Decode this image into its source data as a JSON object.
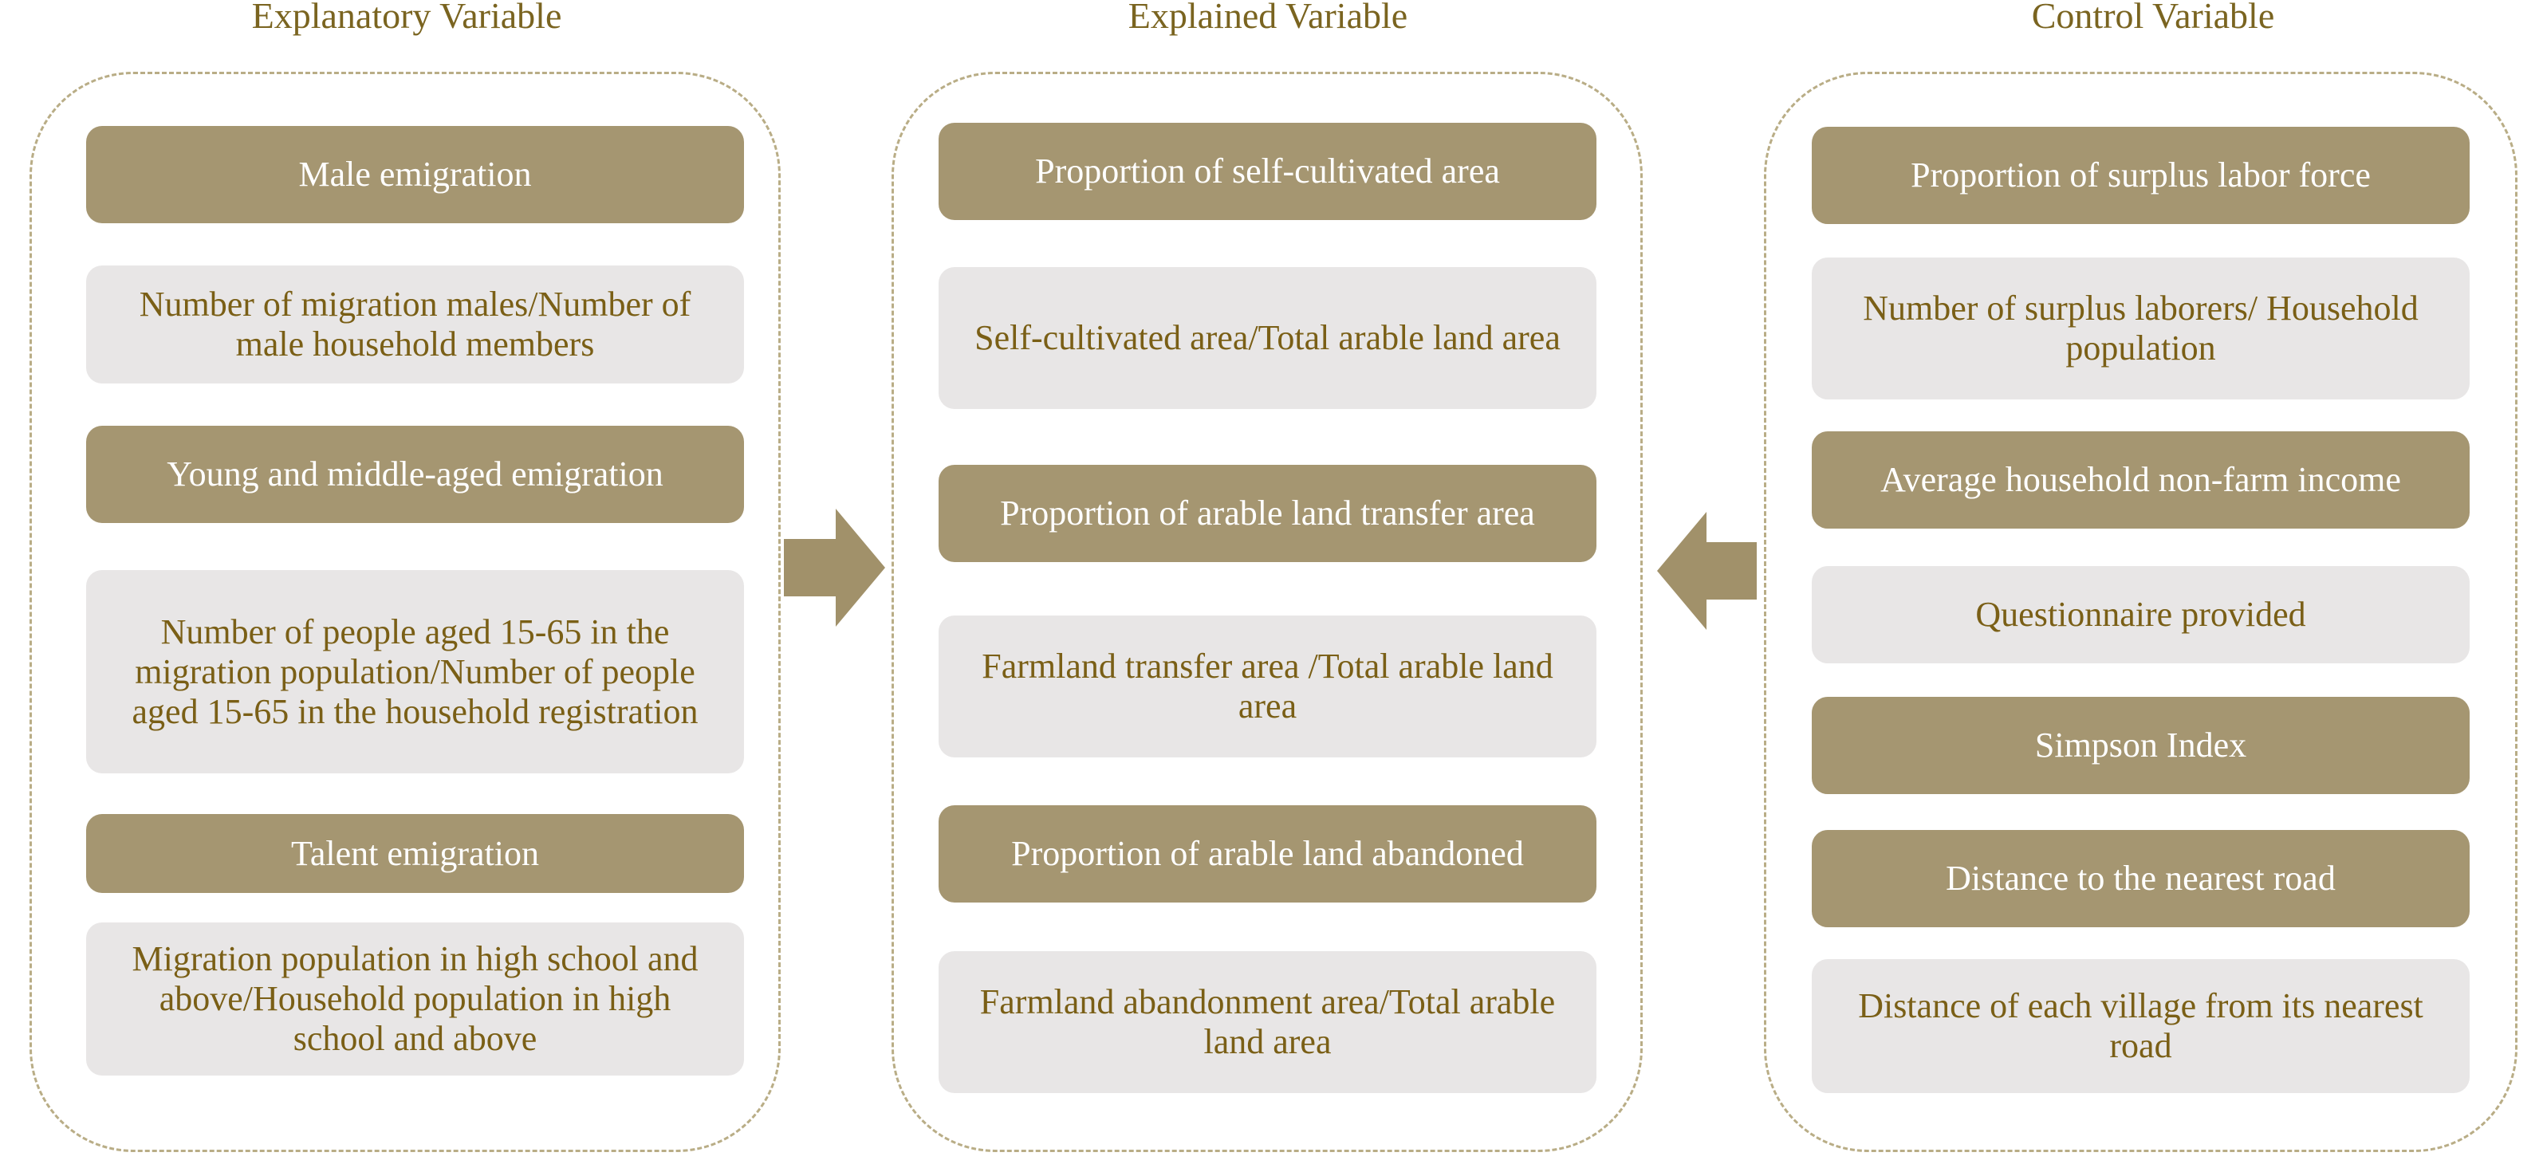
{
  "colors": {
    "header_fill": "#a59671",
    "header_text": "#ffffff",
    "definition_fill": "#e8e6e6",
    "definition_text": "#7a5f16",
    "title_text": "#7a6420",
    "panel_border": "#b9ad86",
    "arrow_fill": "#a1916a"
  },
  "columns": {
    "explanatory": {
      "title": "Explanatory Variable",
      "items": [
        {
          "label": "Male emigration",
          "definition": "Number of migration males/Number of male household members"
        },
        {
          "label": "Young and middle-aged emigration",
          "definition": "Number of people aged 15-65 in the migration population/Number of people aged 15-65 in the household registration"
        },
        {
          "label": "Talent emigration",
          "definition": "Migration population in high school and above/Household population in high school and above"
        }
      ]
    },
    "explained": {
      "title": "Explained Variable",
      "items": [
        {
          "label": "Proportion of self-cultivated area",
          "definition": "Self-cultivated area/Total arable land area"
        },
        {
          "label": "Proportion of arable land transfer area",
          "definition": "Farmland transfer area /Total arable land area"
        },
        {
          "label": "Proportion of arable land abandoned",
          "definition": "Farmland abandonment area/Total arable land area"
        }
      ]
    },
    "control": {
      "title": "Control Variable",
      "items": [
        {
          "label": "Proportion of surplus labor force",
          "definition": "Number of surplus laborers/ Household population"
        },
        {
          "label": "Average household non-farm income",
          "definition": "Questionnaire provided"
        },
        {
          "label": "Simpson Index"
        },
        {
          "label": "Distance to the nearest road",
          "definition": "Distance of each village from its nearest road"
        }
      ]
    }
  },
  "arrows": [
    {
      "direction": "right",
      "from": "explanatory",
      "to": "explained"
    },
    {
      "direction": "left",
      "from": "control",
      "to": "explained"
    }
  ]
}
